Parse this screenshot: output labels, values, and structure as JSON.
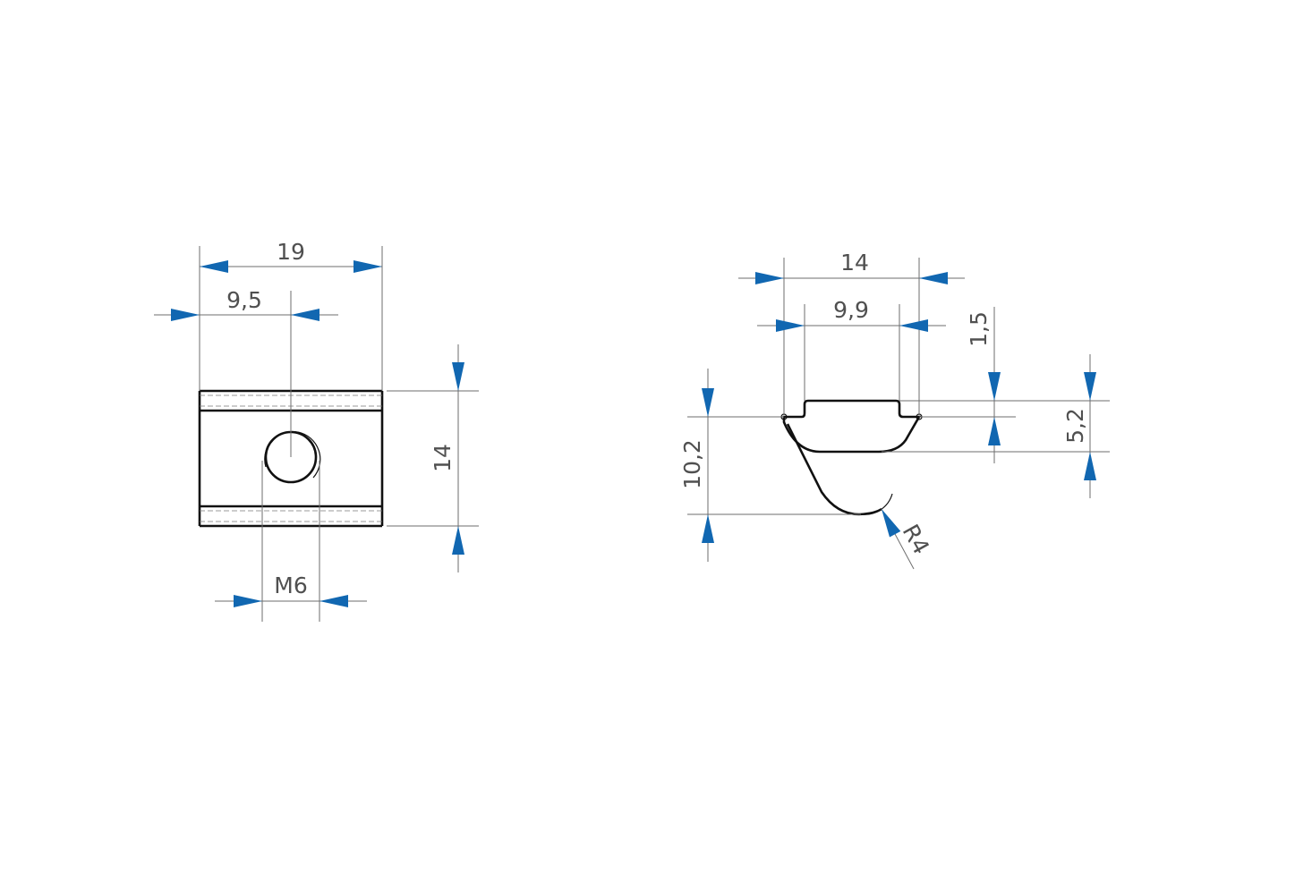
{
  "colors": {
    "background": "#ffffff",
    "outline": "#111111",
    "dimension_line": "#6e6e6e",
    "arrow": "#1167b1",
    "text": "#505050"
  },
  "front_view": {
    "dims": {
      "width": "19",
      "center_offset": "9,5",
      "height": "14",
      "thread": "M6"
    }
  },
  "side_view": {
    "dims": {
      "width": "14",
      "inner_width": "9,9",
      "step_height": "1,5",
      "body_height": "5,2",
      "total_height": "10,2",
      "radius": "R4"
    }
  }
}
